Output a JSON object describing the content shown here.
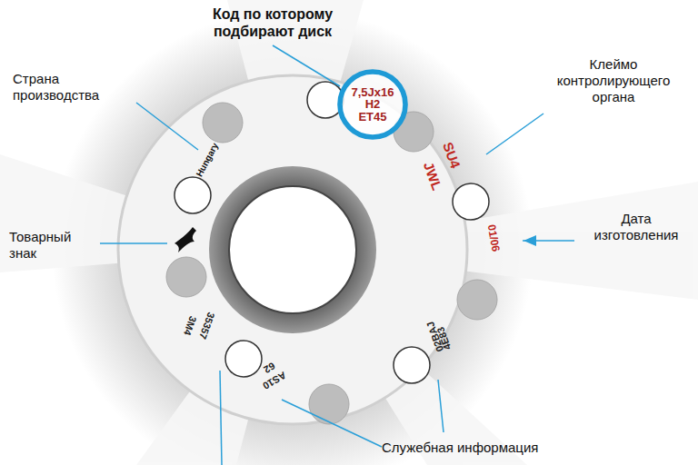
{
  "diagram": {
    "nodes": [
      {
        "text": [
          "7,5Jx16",
          "H2",
          "ET45"
        ]
      }
    ],
    "labels": [
      "Код по которому подбирают диск",
      "Страна производства",
      "Клеймо контролирующего органа",
      "Товарный знак",
      "Дата изготовления",
      "Служебная информация",
      "Hungary",
      "SU4",
      "JWL",
      "01/06",
      "35357",
      "3M4",
      "AS10",
      "62",
      "4E83",
      "02BAJ"
    ]
  }
}
